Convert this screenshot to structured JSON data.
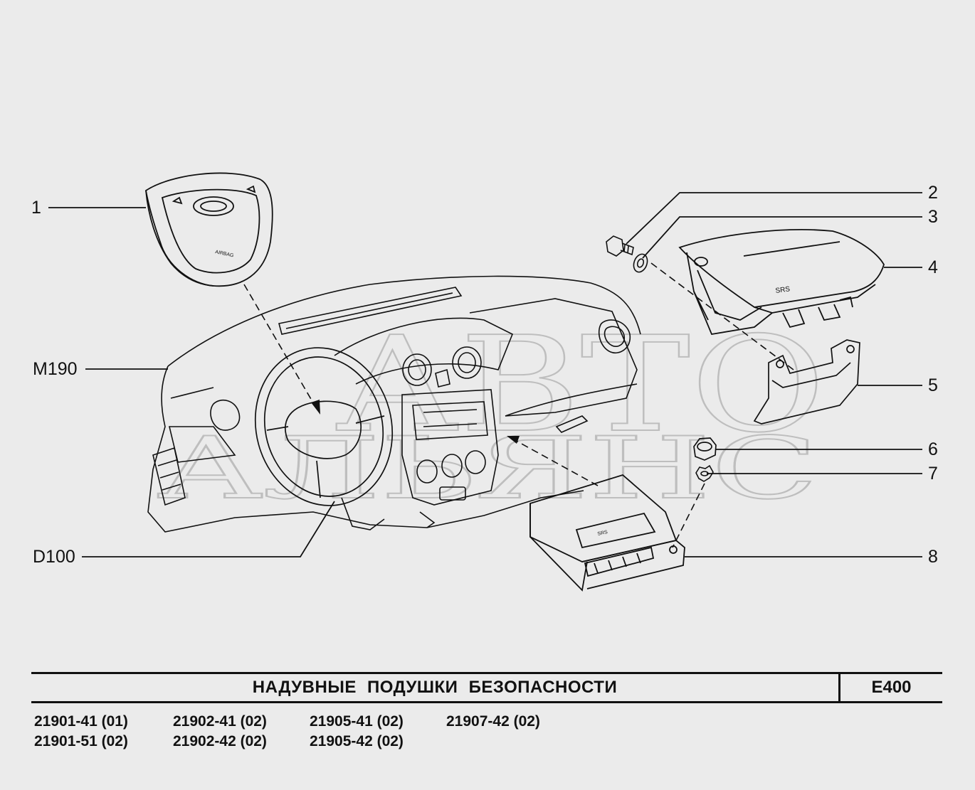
{
  "callouts": {
    "c1": "1",
    "c2": "2",
    "c3": "3",
    "c4": "4",
    "c5": "5",
    "c6": "6",
    "c7": "7",
    "c8": "8",
    "m190": "M190",
    "d100": "D100"
  },
  "parts_text": {
    "airbag_module_label": "AIRBAG",
    "passenger_airbag_label": "SRS",
    "control_unit_label": "SRS"
  },
  "watermark": {
    "line1": "АВТО",
    "line2": "АЛЬЯНС"
  },
  "title_block": {
    "title": "НАДУВНЫЕ  ПОДУШКИ  БЕЗОПАСНОСТИ",
    "code": "E400"
  },
  "models": {
    "col1": [
      "21901-41 (01)",
      "21901-51 (02)"
    ],
    "col2": [
      "21902-41 (02)",
      "21902-42 (02)"
    ],
    "col3": [
      "21905-41 (02)",
      "21905-42 (02)"
    ],
    "col4": [
      "21907-42 (02)"
    ]
  },
  "colors": {
    "background": "#ebebeb",
    "ink": "#111111",
    "watermark": "#c8c8c8"
  }
}
